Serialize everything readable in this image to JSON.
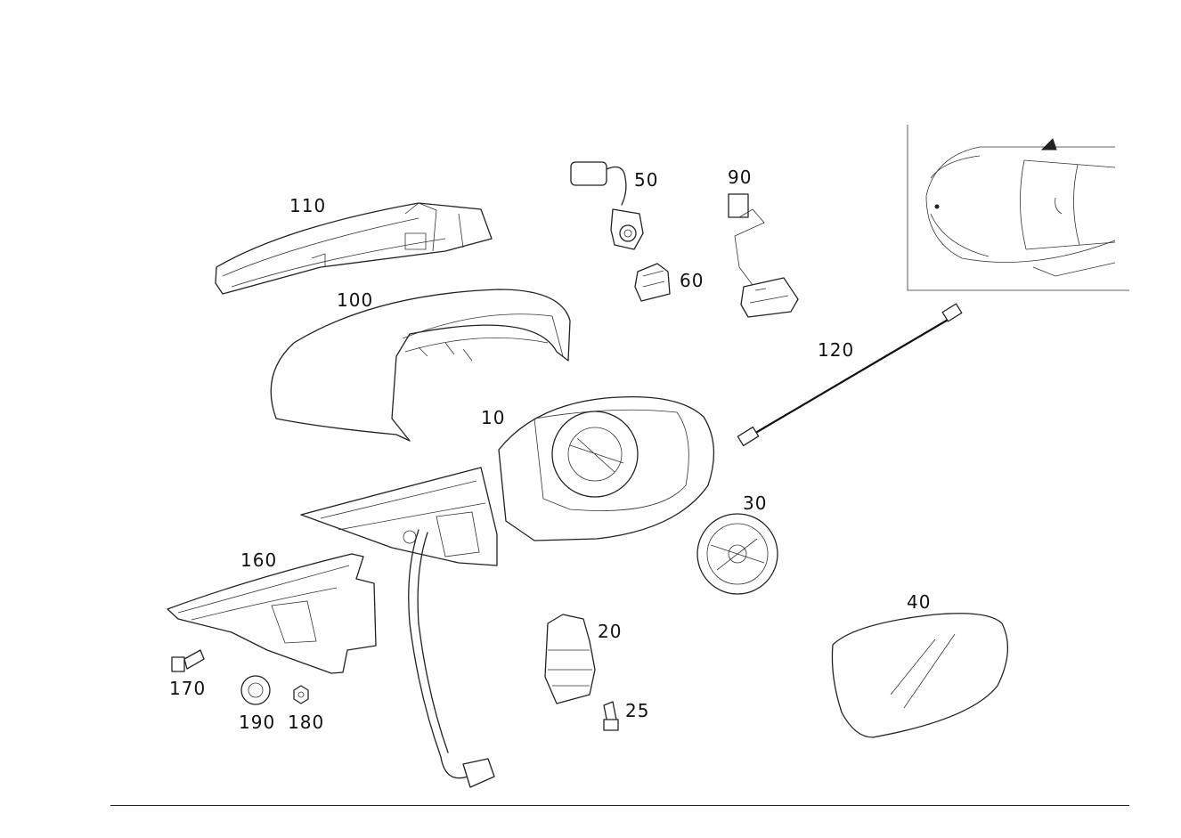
{
  "callouts": {
    "p10": "10",
    "p20": "20",
    "p25": "25",
    "p30": "30",
    "p40": "40",
    "p50": "50",
    "p60": "60",
    "p90": "90",
    "p100": "100",
    "p110": "110",
    "p120": "120",
    "p160": "160",
    "p170": "170",
    "p180": "180",
    "p190": "190"
  },
  "colors": {
    "line": "#222222",
    "background": "#ffffff"
  }
}
